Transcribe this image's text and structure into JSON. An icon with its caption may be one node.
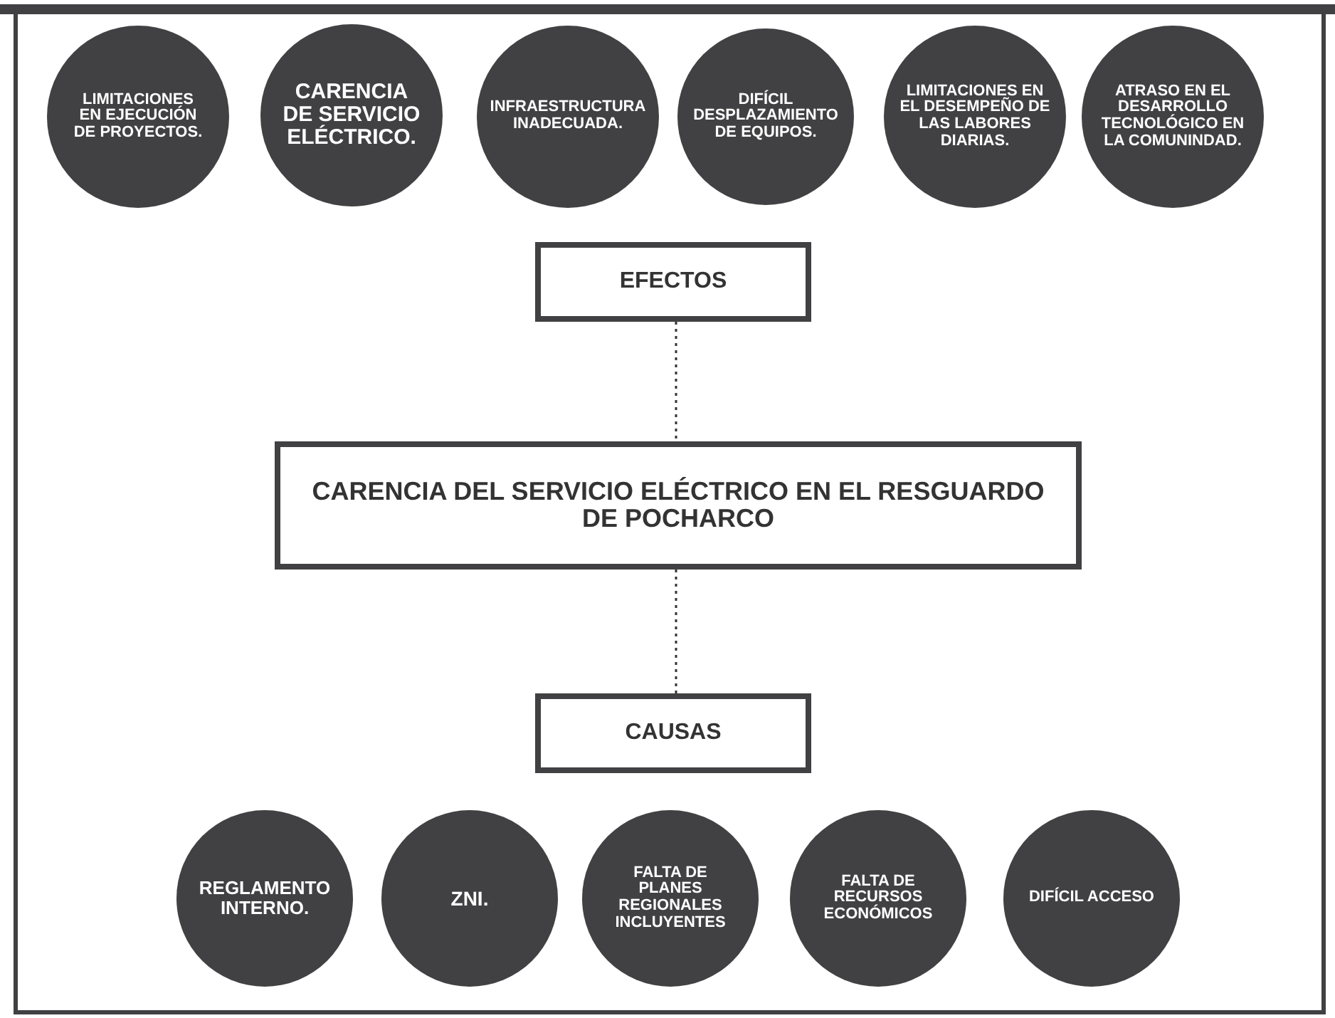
{
  "diagram": {
    "nodes": [
      {
        "text": [
          "LIMITACIONES EN EJECUCIÓN DE PROYECTOS."
        ]
      },
      {
        "text": [
          "CARENCIA DE SERVICIO ELÉCTRICO."
        ]
      },
      {
        "text": [
          "INFRAESTRUCTURA INADECUADA."
        ]
      },
      {
        "text": [
          "DIFÍCIL DESPLAZAMIENTO DE EQUIPOS."
        ]
      },
      {
        "text": [
          "LIMITACIONES EN EL DESEMPEÑO DE LAS LABORES DIARIAS."
        ]
      },
      {
        "text": [
          "ATRASO EN EL DESARROLLO TECNOLÓGICO EN LA COMUNINDAD."
        ]
      },
      {
        "text": [
          "EFECTOS"
        ]
      },
      {
        "text": [
          "CARENCIA DEL SERVICIO ELÉCTRICO EN EL RESGUARDO DE POCHARCO"
        ]
      },
      {
        "text": [
          "CAUSAS"
        ]
      },
      {
        "text": [
          "REGLAMENTO INTERNO."
        ]
      },
      {
        "text": [
          "ZNI."
        ]
      },
      {
        "text": [
          "FALTA DE PLANES REGIONALES INCLUYENTES"
        ]
      },
      {
        "text": [
          "FALTA DE RECURSOS ECONÓMICOS"
        ]
      },
      {
        "text": [
          "DIFÍCIL ACCESO"
        ]
      }
    ],
    "edges": [
      {
        "from": 6,
        "to": 7,
        "arrow": "none",
        "style": "dashed"
      },
      {
        "from": 7,
        "to": 8,
        "arrow": "none",
        "style": "dashed"
      }
    ]
  }
}
